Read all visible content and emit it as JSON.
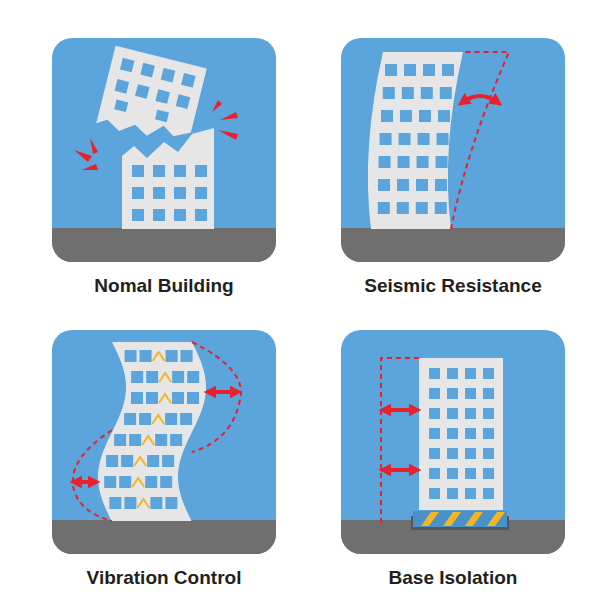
{
  "diagram": {
    "nodes": [
      {
        "text": [
          "Nomal Building"
        ]
      },
      {
        "text": [
          "Seismic Resistance"
        ]
      },
      {
        "text": [
          "Vibration Control"
        ]
      },
      {
        "text": [
          "Base Isolation"
        ]
      }
    ]
  }
}
